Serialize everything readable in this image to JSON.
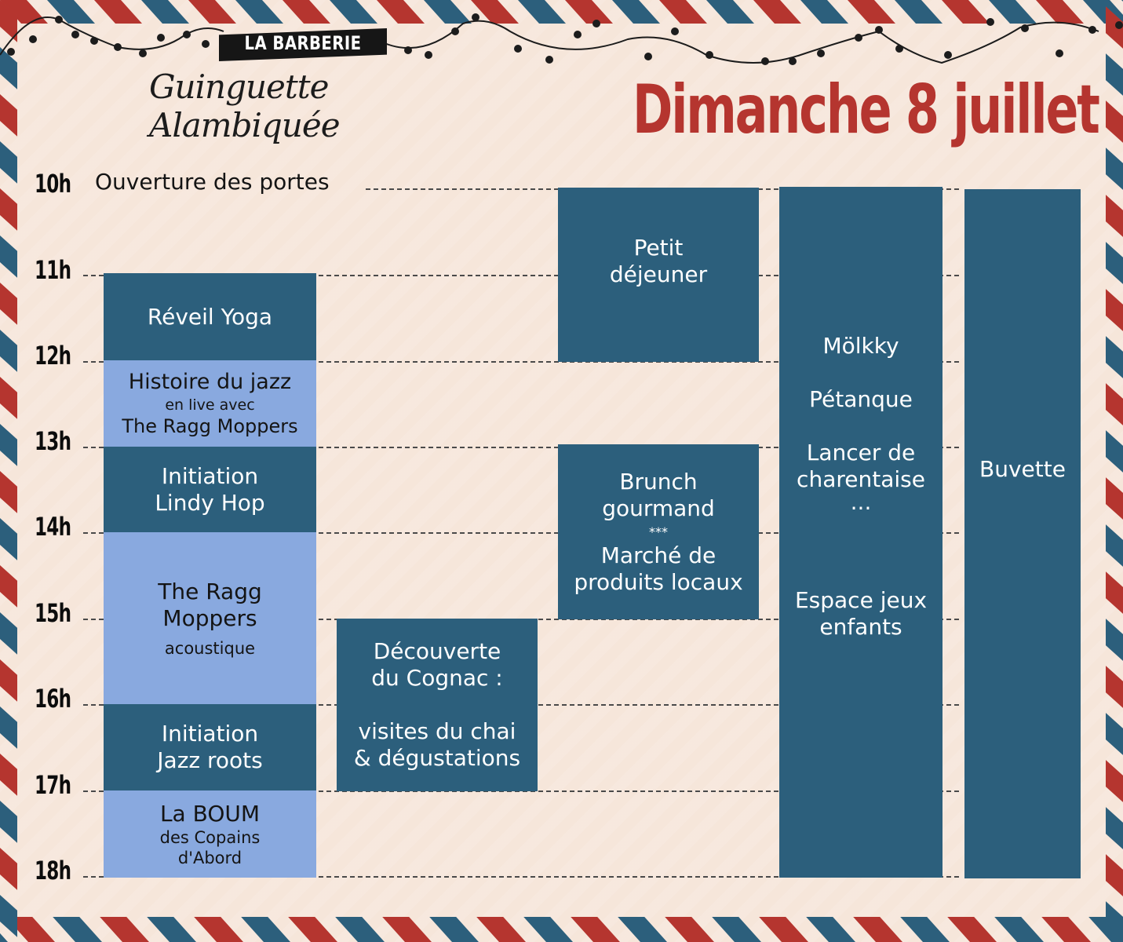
{
  "brand": {
    "logo_text": "LA BARBERIE",
    "script_title": "Guinguette Alambiquée"
  },
  "title": "Dimanche 8 juillet",
  "opening": "Ouverture des portes",
  "hours": [
    "10h",
    "11h",
    "12h",
    "13h",
    "14h",
    "15h",
    "16h",
    "17h",
    "18h"
  ],
  "colors": {
    "dark_block": "#2c5f7c",
    "light_block": "#89a9df",
    "title": "#b5352f",
    "airmail_red": "#b5352f",
    "airmail_blue": "#2c5f7c"
  },
  "column1": {
    "yoga": "Réveil Yoga",
    "jazz_history_title": "Histoire du jazz",
    "jazz_history_sub": "en live avec",
    "jazz_history_band": "The Ragg Moppers",
    "lindy_1": "Initiation",
    "lindy_2": "Lindy Hop",
    "ragg_1": "The Ragg",
    "ragg_2": "Moppers",
    "ragg_sub": "acoustique",
    "roots_1": "Initiation",
    "roots_2": "Jazz roots",
    "boum_title": "La BOUM",
    "boum_sub1": "des Copains",
    "boum_sub2": "d'Abord"
  },
  "column2": {
    "cognac_1": "Découverte",
    "cognac_2": "du Cognac :",
    "cognac_3": "visites du chai",
    "cognac_4": "& dégustations"
  },
  "column3": {
    "breakfast_1": "Petit",
    "breakfast_2": "déjeuner",
    "brunch_1": "Brunch",
    "brunch_2": "gourmand",
    "stars": "***",
    "market_1": "Marché de",
    "market_2": "produits locaux"
  },
  "column4": {
    "molkky": "Mölkky",
    "petanque": "Pétanque",
    "lancer_1": "Lancer de",
    "lancer_2": "charentaise",
    "ellipsis": "...",
    "kids_1": "Espace jeux",
    "kids_2": "enfants"
  },
  "column5": {
    "buvette": "Buvette"
  }
}
